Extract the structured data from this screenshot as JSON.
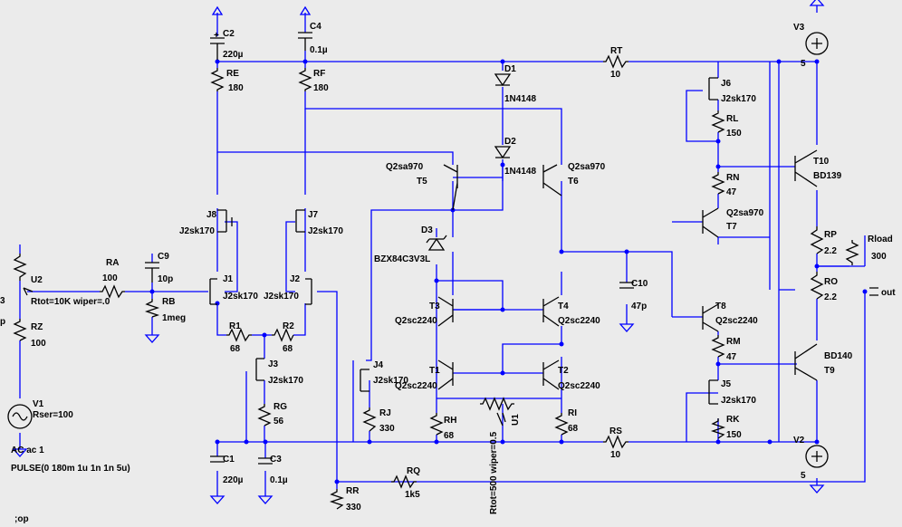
{
  "components": {
    "C2": {
      "ref": "C2",
      "value": "220µ",
      "plus": "+"
    },
    "C4": {
      "ref": "C4",
      "value": "0.1µ"
    },
    "RE": {
      "ref": "RE",
      "value": "180"
    },
    "RF": {
      "ref": "RF",
      "value": "180"
    },
    "D1": {
      "ref": "D1",
      "value": "1N4148"
    },
    "D2": {
      "ref": "D2",
      "value": "1N4148"
    },
    "RT": {
      "ref": "RT",
      "value": "10"
    },
    "V3": {
      "ref": "V3",
      "value": "5"
    },
    "J6": {
      "ref": "J6",
      "value": "J2sk170"
    },
    "RL": {
      "ref": "RL",
      "value": "150"
    },
    "T10": {
      "ref": "T10",
      "value": "BD139"
    },
    "RN": {
      "ref": "RN",
      "value": "47"
    },
    "T7": {
      "ref": "T7",
      "value": "Q2sa970"
    },
    "RP": {
      "ref": "RP",
      "value": "2.2"
    },
    "Rload": {
      "ref": "Rload",
      "value": "300"
    },
    "RO": {
      "ref": "RO",
      "value": "2.2"
    },
    "out_label": "out",
    "T5": {
      "ref": "T5",
      "value": "Q2sa970"
    },
    "T6": {
      "ref": "T6",
      "value": "Q2sa970"
    },
    "J8": {
      "ref": "J8",
      "value": "J2sk170"
    },
    "J7": {
      "ref": "J7",
      "value": "J2sk170"
    },
    "D3": {
      "ref": "D3",
      "value": "BZX84C3V3L"
    },
    "U2": {
      "ref": "U2",
      "value": "Rtot=10K wiper=.0"
    },
    "RA": {
      "ref": "RA",
      "value": "100"
    },
    "C9": {
      "ref": "C9",
      "value": "10p"
    },
    "RB": {
      "ref": "RB",
      "value": "1meg"
    },
    "J1": {
      "ref": "J1",
      "value": "J2sk170"
    },
    "J2": {
      "ref": "J2",
      "value": "J2sk170"
    },
    "C10": {
      "ref": "C10",
      "value": "47p"
    },
    "T3": {
      "ref": "T3",
      "value": "Q2sc2240"
    },
    "T4": {
      "ref": "T4",
      "value": "Q2sc2240"
    },
    "T8": {
      "ref": "T8",
      "value": "Q2sc2240"
    },
    "R1": {
      "ref": "R1",
      "value": "68"
    },
    "R2": {
      "ref": "R2",
      "value": "68"
    },
    "RM": {
      "ref": "RM",
      "value": "47"
    },
    "BD140": {
      "ref": "T9",
      "value": "BD140"
    },
    "J3": {
      "ref": "J3",
      "value": "J2sk170"
    },
    "J4": {
      "ref": "J4",
      "value": "J2sk170"
    },
    "T1": {
      "ref": "T1",
      "value": "Q2sc2240"
    },
    "T2": {
      "ref": "T2",
      "value": "Q2sc2240"
    },
    "J5": {
      "ref": "J5",
      "value": "J2sk170"
    },
    "RZ": {
      "ref": "RZ",
      "value": "100"
    },
    "RG": {
      "ref": "RG",
      "value": "56"
    },
    "RJ": {
      "ref": "RJ",
      "value": "330"
    },
    "RH": {
      "ref": "RH",
      "value": "68"
    },
    "U1": {
      "ref": "U1",
      "value": "Rtot=500 wiper=0.5"
    },
    "RI": {
      "ref": "RI",
      "value": "68"
    },
    "RK": {
      "ref": "RK",
      "value": "150"
    },
    "V1": {
      "ref": "V1",
      "value": "Rser=100",
      "ac": "AC ac 1",
      "pulse": "PULSE(0 180m 1u 1n 1n 5u)"
    },
    "RS": {
      "ref": "RS",
      "value": "10"
    },
    "V2": {
      "ref": "V2",
      "value": "5"
    },
    "C1": {
      "ref": "C1",
      "value": "220µ"
    },
    "C3": {
      "ref": "C3",
      "value": "0.1µ"
    },
    "RQ": {
      "ref": "RQ",
      "value": "1k5"
    },
    "RR": {
      "ref": "RR",
      "value": "330"
    }
  },
  "edge_labels": {
    "left_top": "3",
    "left_p": "p"
  },
  "directive": ";op",
  "colors": {
    "wire": "#0000ff",
    "component": "#000000",
    "background": "#ebebeb"
  }
}
